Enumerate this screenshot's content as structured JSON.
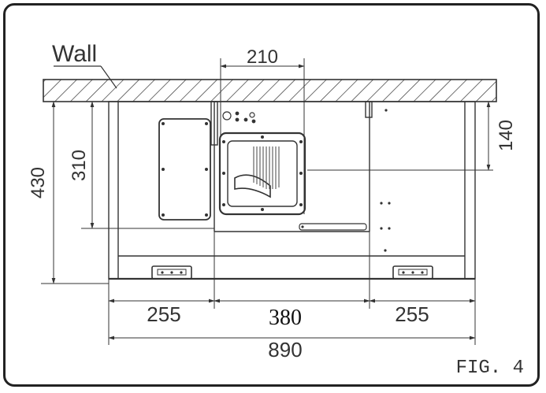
{
  "labels": {
    "wall": "Wall",
    "figure": "FIG. 4"
  },
  "dimensions": {
    "top_offset": "210",
    "right_height": "140",
    "left_inner_height": "310",
    "left_outer_height": "430",
    "seg_left": "255",
    "seg_center": "380",
    "seg_right": "255",
    "total_width": "890"
  }
}
